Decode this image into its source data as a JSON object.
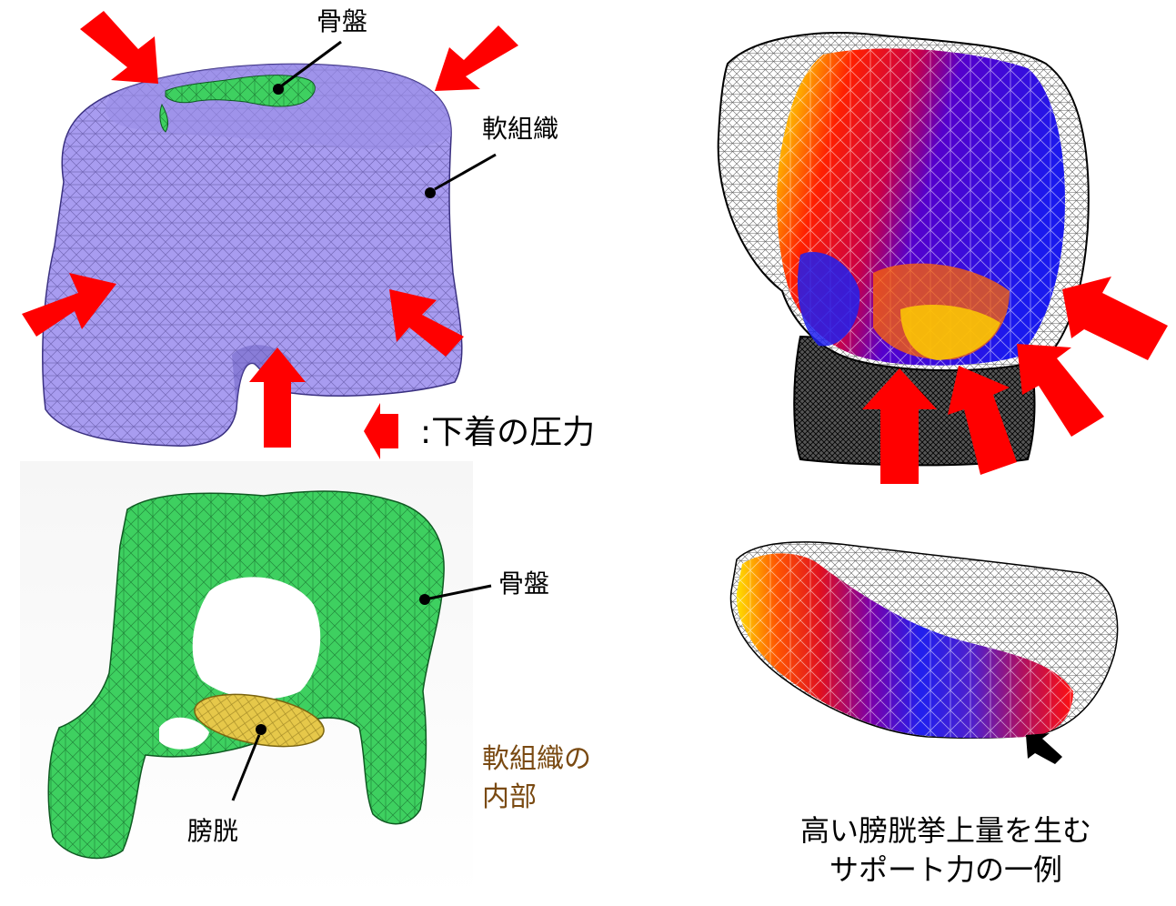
{
  "labels": {
    "top_bone": "骨盤",
    "top_soft_tissue": "軟組織",
    "legend_pressure": ":下着の圧力",
    "bottom_bone": "骨盤",
    "bladder": "膀胱",
    "soft_tissue_inside_line1": "軟組織の",
    "soft_tissue_inside_line2": "内部",
    "caption_line1": "高い膀胱挙上量を生む",
    "caption_line2": "サポート力の一例"
  },
  "colors": {
    "arrow": "#ff0000",
    "soft_tissue": "#a89cf0",
    "bone": "#33cc55",
    "bladder": "#e6c84a",
    "caption_brown": "#7a4a12"
  }
}
